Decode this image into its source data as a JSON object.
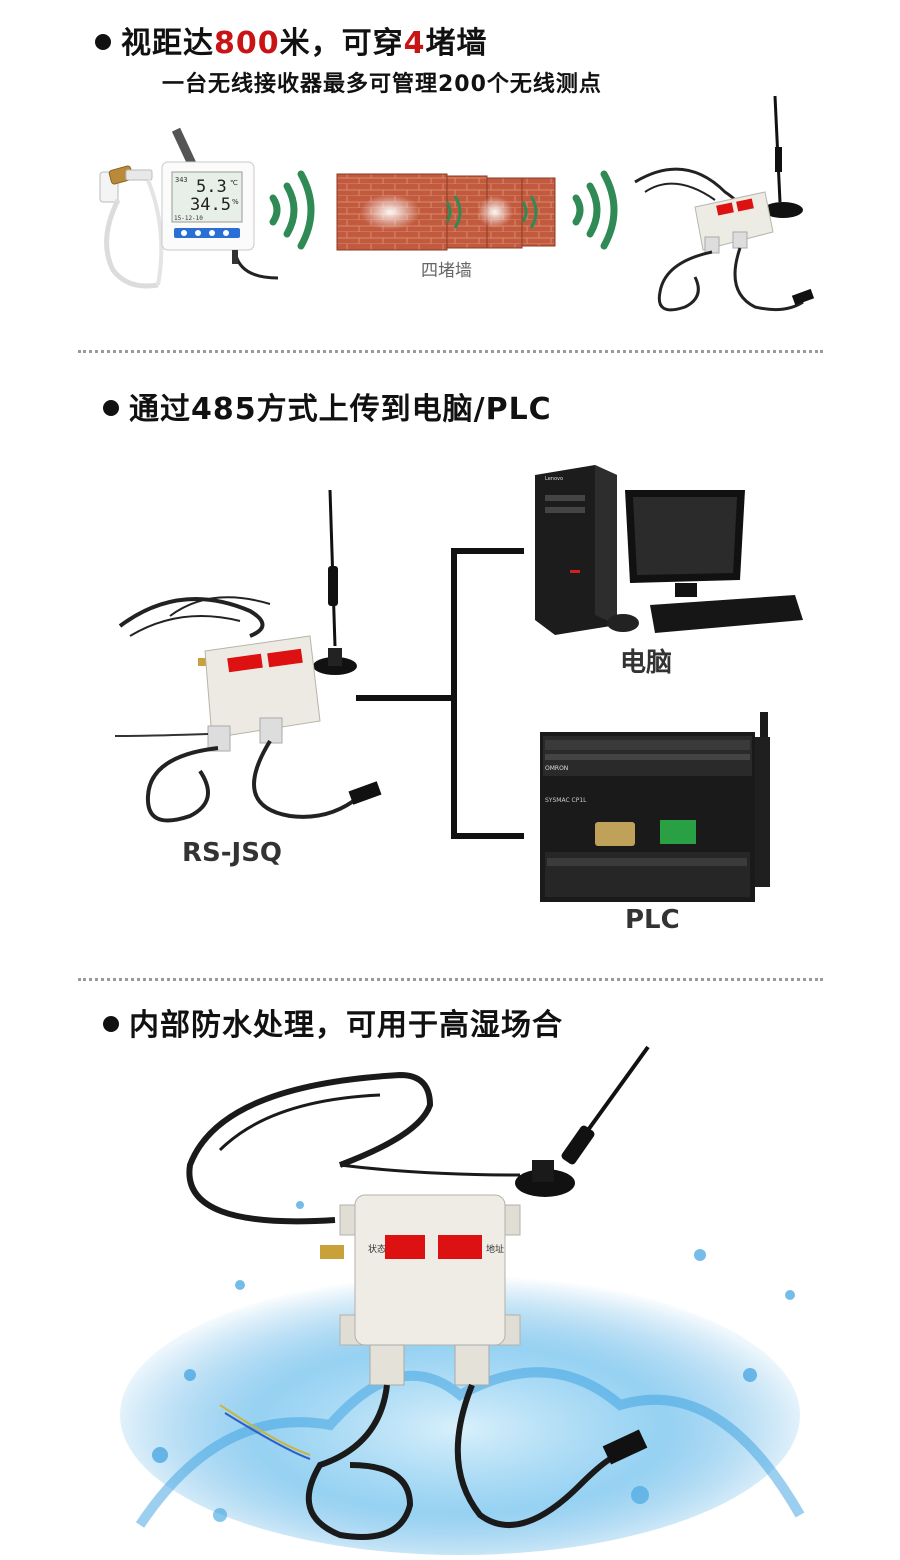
{
  "section1": {
    "title_part1": "视距达",
    "title_highlight1": "800",
    "title_part2": "米，可穿",
    "title_highlight2": "4",
    "title_part3": "堵墙",
    "subtitle": "一台无线接收器最多可管理200个无线测点",
    "wall_caption": "四堵墙",
    "display_temp": "5.3",
    "display_hum": "34.5",
    "display_date": "15-12-10",
    "display_id": "343",
    "temp_unit": "℃",
    "hum_unit": "%"
  },
  "section2": {
    "title": "通过485方式上传到电脑/PLC",
    "device_caption": "RS-JSQ",
    "pc_caption": "电脑",
    "plc_caption": "PLC",
    "monitor_brand": "Lenovo",
    "plc_brand": "OMRON",
    "plc_model": "SYSMAC CP1L"
  },
  "section3": {
    "title": "内部防水处理，可用于高湿场合",
    "label_left": "状态",
    "label_right": "地址"
  },
  "colors": {
    "accent_red": "#c81414",
    "wave_green": "#2f8a55",
    "brick": "#c0583e",
    "water_blue": "#3aa0df",
    "led_red": "#e0201c"
  }
}
